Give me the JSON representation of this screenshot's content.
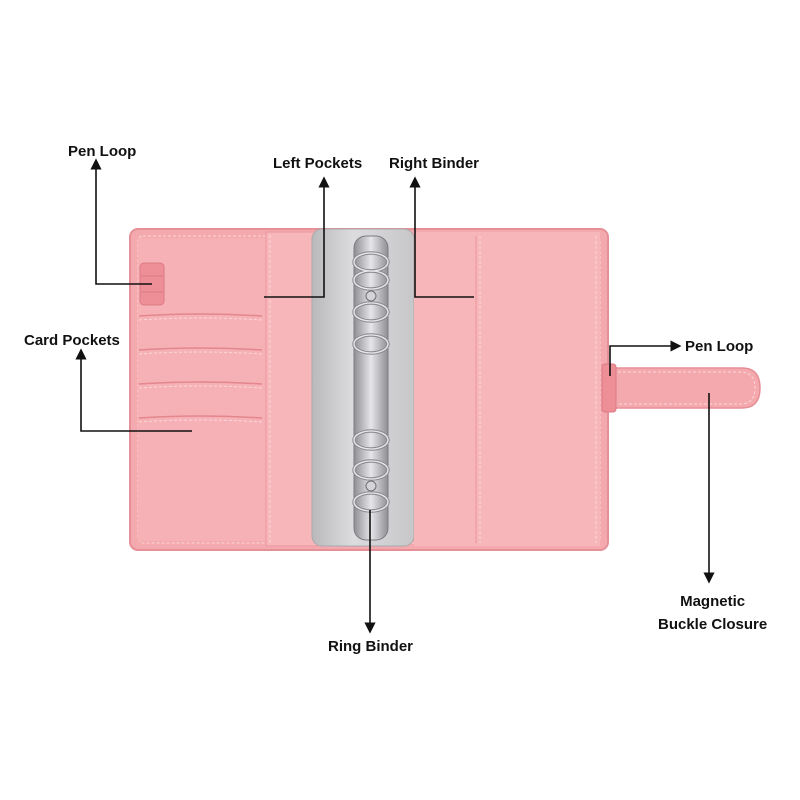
{
  "labels": {
    "pen_loop_left": "Pen Loop",
    "left_pockets": "Left Pockets",
    "right_binder": "Right Binder",
    "card_pockets": "Card Pockets",
    "pen_loop_right": "Pen Loop",
    "magnetic_line1": "Magnetic",
    "magnetic_line2": "Buckle Closure",
    "ring_binder": "Ring Binder"
  },
  "colors": {
    "background": "#ffffff",
    "cover_pink": "#f4a9ae",
    "cover_edge": "#e58f96",
    "inner_pink": "#f7b6ba",
    "stitch": "#fbd6d8",
    "paper_gray": "#c9c9cb",
    "ring_metal": "#b8b8bc",
    "pointer": "#111111"
  }
}
